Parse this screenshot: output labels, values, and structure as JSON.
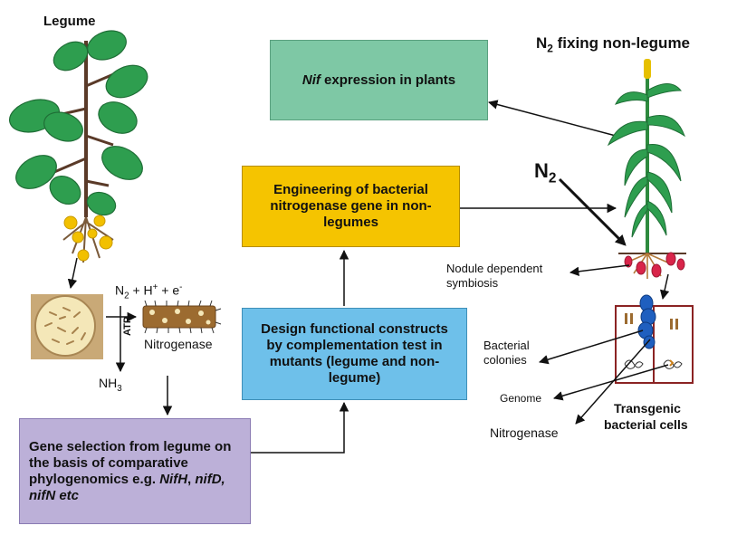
{
  "legume_title": "Legume",
  "nonlegume_title_prefix": "N",
  "nonlegume_title_sub": "2",
  "nonlegume_title_suffix": " fixing non-legume",
  "nif_box": {
    "italic": "Nif",
    "rest": " expression in plants"
  },
  "engineering_box": "Engineering of bacterial nitrogenase gene in non-legumes",
  "design_box": "Design functional constructs by complementation test in mutants (legume and non-legume)",
  "gene_box": {
    "text": "Gene selection from legume on the basis of comparative phylogenomics e.g. ",
    "g1": "NifH",
    "sep1": ",",
    "g2": "nifD",
    "sep2": ", ",
    "g3": "nifN etc"
  },
  "n2_big": {
    "main": "N",
    "sub": "2"
  },
  "reaction": {
    "n": "N",
    "n_sub": "2",
    "mid": " + H",
    "h_sup": "+",
    "end": " + e",
    "e_sup": "-"
  },
  "atp_label": "ATP",
  "nitrogenase_label": "Nitrogenase",
  "nh3": {
    "main": "NH",
    "sub": "3"
  },
  "nodule_label_line1": "Nodule dependent",
  "nodule_label_line2": "symbiosis",
  "bacterial_colonies_line1": "Bacterial",
  "bacterial_colonies_line2": "colonies",
  "genome_label": "Genome",
  "nitrogenase_label2": "Nitrogenase",
  "transgenic_line1": "Transgenic",
  "transgenic_line2": "bacterial cells",
  "colors": {
    "nif_box": "#7ec8a5",
    "engineering_box": "#f5c400",
    "design_box": "#6ec0ea",
    "gene_box": "#bcb0d8",
    "leaf": "#2e9e4f",
    "nodule_yellow": "#f2c000",
    "nodule_red": "#d9254a",
    "stem_brown": "#5a3a28"
  }
}
